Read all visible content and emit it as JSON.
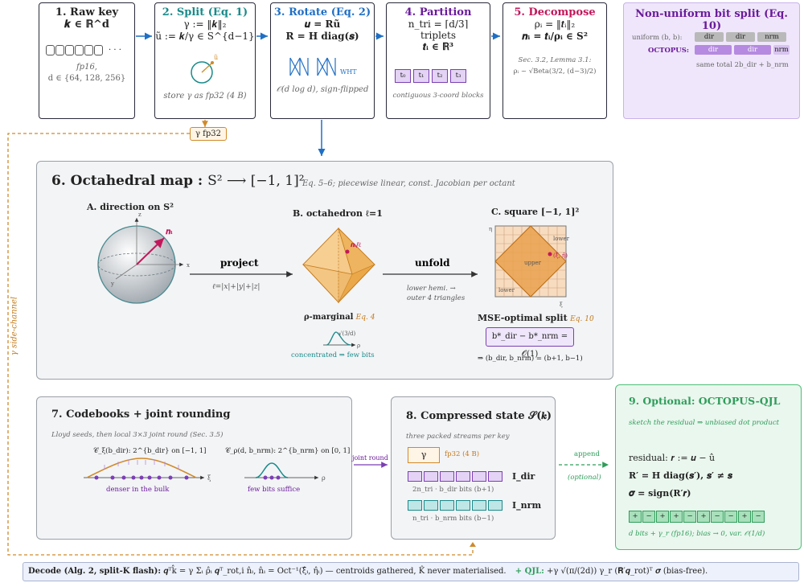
{
  "steps": {
    "s1": {
      "title": "1. Raw key",
      "formula": "𝒌 ∈ ℝ^d",
      "note1": "fp16,",
      "note2": "d ∈ {64, 128, 256}",
      "dots": "· · ·"
    },
    "s2": {
      "title": "2. Split (Eq. 1)",
      "f1": "γ := ‖𝒌‖₂",
      "f2": "ũ := 𝒌/γ ∈ S^{d−1}",
      "u_label": "ũ",
      "note": "store γ as fp32 (4 B)"
    },
    "s3": {
      "title": "3. Rotate (Eq. 2)",
      "f1": "𝒖 = 𝐑ũ",
      "f2": "𝐑 = 𝐇 diag(𝒔)",
      "wht": "WHT",
      "note": "𝒪(d log d), sign-flipped"
    },
    "s4": {
      "title": "4. Partition",
      "f1": "n_tri = ⌈d/3⌉",
      "f2": "triplets",
      "f3": "𝒕ᵢ ∈ ℝ³",
      "cells": [
        "t₀",
        "t₁",
        "t₂",
        "t₃"
      ],
      "note": "contiguous 3-coord blocks"
    },
    "s5": {
      "title": "5. Decompose",
      "f1": "ρᵢ = ‖𝒕ᵢ‖₂",
      "f2": "𝒏ᵢ = 𝒕ᵢ/ρᵢ ∈ S²",
      "note1": "Sec. 3.2, Lemma 3.1:",
      "note2": "ρᵢ ~ √Beta(3/2, (d−3)/2)"
    }
  },
  "nonuniform": {
    "title": "Non-uniform bit split (Eq. 10)",
    "row1_label": "uniform (b, b):",
    "row1_cells": [
      "dir",
      "dir",
      "nrm"
    ],
    "row2_label": "OCTOPUS:",
    "row2_cells": [
      "dir",
      "dir",
      "nrm"
    ],
    "note": "same total 2b_dir + b_nrm"
  },
  "gamma_tag": "γ fp32",
  "side_channel": "γ side-channel",
  "octa": {
    "title": "6. Octahedral map :",
    "title_math": "S² ⟶ [−1, 1]²",
    "subtitle": "Eq. 5–6; piecewise linear, const. Jacobian per octant",
    "a_title": "A. direction on S²",
    "b_title": "B. octahedron ℓ=1",
    "c_title": "C. square [−1, 1]²",
    "project": "project",
    "project_note": "ℓ=|x|+|y|+|z|",
    "unfold": "unfold",
    "unfold_note1": "lower hemi. →",
    "unfold_note2": "outer 4 triangles",
    "n_label": "𝒏ᵢ",
    "n_over_l": "𝒏ᵢ/ℓ",
    "xi_eta": "(ξ̂, η̂)",
    "upper": "upper",
    "lower": "lower",
    "lower2": "lower",
    "eta": "η",
    "xi": "ξ",
    "axis_z": "z",
    "axis_x": "x",
    "axis_y": "y",
    "rho_title": "ρ-marginal",
    "rho_eq": "Eq. 4",
    "rho_note": "concentrated ⇒ few bits",
    "rho_sqrt": "√(3/d)",
    "rho_axis": "ρ",
    "mse_title": "MSE-optimal split",
    "mse_eq": "Eq. 10",
    "mse_formula": "b*_dir − b*_nrm = 𝒪(1)",
    "mse_result": "⇒ (b_dir, b_nrm) = (b+1, b−1)"
  },
  "s7": {
    "title": "7. Codebooks + joint rounding",
    "subtitle": "Lloyd seeds, then local 3×3 joint round (Sec. 3.5)",
    "c1": "𝒞_ξ(b_dir): 2^{b_dir} on [−1, 1]",
    "c2": "𝒞_ρ(d, b_nrm): 2^{b_nrm} on [0, 1]",
    "n1": "denser in the bulk",
    "n2": "few bits suffice",
    "ax1": "ξ",
    "ax2": "ρ"
  },
  "joint_round": "joint round",
  "s8": {
    "title": "8. Compressed state 𝒮(𝒌)",
    "subtitle": "three packed streams per key",
    "gamma": "γ",
    "gamma_note": "fp32 (4 B)",
    "idir": "𝐈_dir",
    "idir_note": "2n_tri · b_dir bits (b+1)",
    "inrm": "𝐈_nrm",
    "inrm_note": "n_tri · b_nrm bits (b−1)"
  },
  "append": "append",
  "optional": "(optional)",
  "s9": {
    "title": "9. Optional: OCTOPUS-QJL",
    "subtitle": "sketch the residual ⇒ unbiased dot product",
    "f1": "residual: 𝒓 := 𝒖 − û",
    "f2": "𝐑′ = 𝐇 diag(𝒔′),  𝒔′ ≠ 𝒔",
    "f3": "𝝈 = sign(𝐑′𝒓)",
    "signs": [
      "+",
      "−",
      "+",
      "+",
      "−",
      "+",
      "−",
      "−",
      "+",
      "−"
    ],
    "note": "d bits + γ_r (fp16); bias → 0, var. 𝒪(1/d)"
  },
  "decode": {
    "label": "Decode (Alg. 2, split-K flash):",
    "formula": "𝒒ᵀk̂ = γ Σᵢ ρ̂ᵢ 𝒒ᵀ_rot,i n̂ᵢ,  n̂ᵢ = Oct⁻¹(ξ̂ᵢ, η̂ᵢ) — centroids gathered, K̂ never materialised.",
    "qjl": "+ QJL:",
    "qjl_formula": "+γ √(π/(2d)) γ_r (𝐑′𝒒_rot)ᵀ 𝝈 (bias-free)."
  },
  "colors": {
    "blue": "#1f6fc5",
    "teal": "#1a8a8a",
    "magenta": "#c2185b",
    "purple": "#7b3fb3",
    "orange": "#d08a2a",
    "green": "#2e9d5a",
    "lavender": "#efe6fb"
  }
}
